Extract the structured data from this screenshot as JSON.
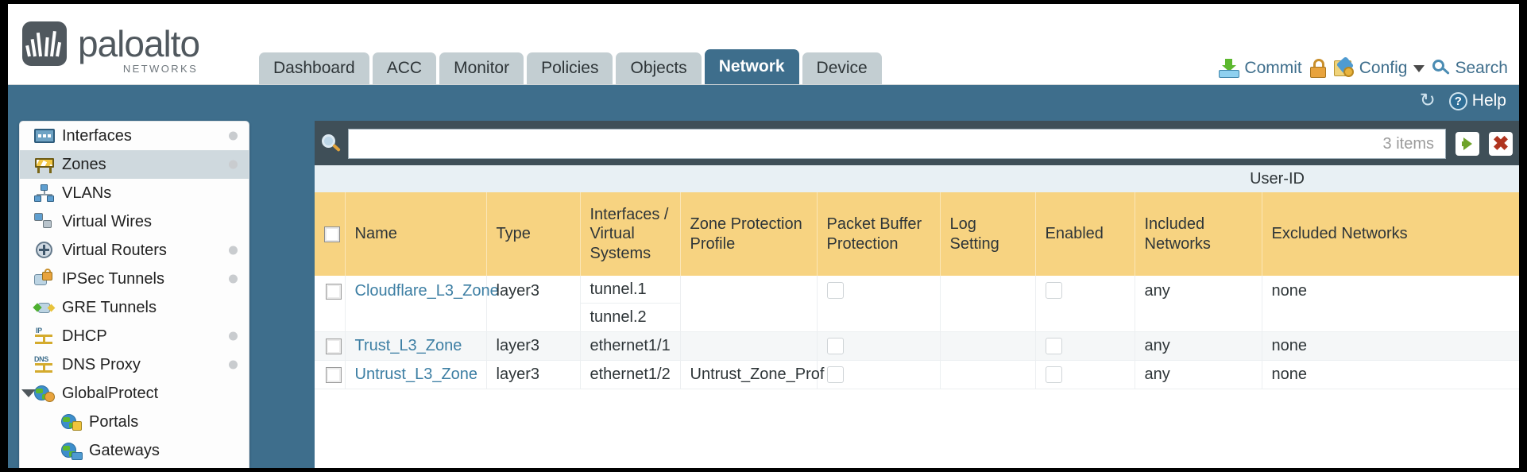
{
  "brand": {
    "name": "paloalto",
    "tagline": "NETWORKS",
    "registered": "®"
  },
  "nav": {
    "tabs": [
      {
        "label": "Dashboard",
        "active": false
      },
      {
        "label": "ACC",
        "active": false
      },
      {
        "label": "Monitor",
        "active": false
      },
      {
        "label": "Policies",
        "active": false
      },
      {
        "label": "Objects",
        "active": false
      },
      {
        "label": "Network",
        "active": true
      },
      {
        "label": "Device",
        "active": false
      }
    ]
  },
  "header_actions": {
    "commit": "Commit",
    "config": "Config",
    "search": "Search",
    "lock_icon": "lock-icon",
    "commit_icon": "commit-icon",
    "config_icon": "config-wrench-icon",
    "search_icon": "search-icon",
    "caret_icon": "chevron-down-icon"
  },
  "utility_bar": {
    "refresh_icon": "refresh-icon",
    "help_label": "Help",
    "help_icon": "help-question-icon"
  },
  "sidebar": {
    "items": [
      {
        "label": "Interfaces",
        "icon": "interfaces-icon",
        "selected": false,
        "dot": true,
        "child": false,
        "expander": false
      },
      {
        "label": "Zones",
        "icon": "zones-icon",
        "selected": true,
        "dot": true,
        "child": false,
        "expander": false
      },
      {
        "label": "VLANs",
        "icon": "vlans-icon",
        "selected": false,
        "dot": false,
        "child": false,
        "expander": false
      },
      {
        "label": "Virtual Wires",
        "icon": "virtual-wires-icon",
        "selected": false,
        "dot": false,
        "child": false,
        "expander": false
      },
      {
        "label": "Virtual Routers",
        "icon": "virtual-routers-icon",
        "selected": false,
        "dot": true,
        "child": false,
        "expander": false
      },
      {
        "label": "IPSec Tunnels",
        "icon": "ipsec-tunnels-icon",
        "selected": false,
        "dot": true,
        "child": false,
        "expander": false
      },
      {
        "label": "GRE Tunnels",
        "icon": "gre-tunnels-icon",
        "selected": false,
        "dot": false,
        "child": false,
        "expander": false
      },
      {
        "label": "DHCP",
        "icon": "dhcp-icon",
        "selected": false,
        "dot": true,
        "child": false,
        "expander": false
      },
      {
        "label": "DNS Proxy",
        "icon": "dns-proxy-icon",
        "selected": false,
        "dot": true,
        "child": false,
        "expander": false
      },
      {
        "label": "GlobalProtect",
        "icon": "globalprotect-icon",
        "selected": false,
        "dot": false,
        "child": false,
        "expander": true
      },
      {
        "label": "Portals",
        "icon": "portals-icon",
        "selected": false,
        "dot": false,
        "child": true,
        "expander": false
      },
      {
        "label": "Gateways",
        "icon": "gateways-icon",
        "selected": false,
        "dot": false,
        "child": true,
        "expander": false
      }
    ]
  },
  "search": {
    "value": "",
    "placeholder": "",
    "item_count": "3 items",
    "apply_icon": "apply-filter-arrow-icon",
    "clear_icon": "clear-filter-x-icon",
    "search_icon": "search-magnifier-icon"
  },
  "table": {
    "group_header": "User-ID",
    "columns": [
      "Name",
      "Type",
      "Interfaces / Virtual Systems",
      "Zone Protection Profile",
      "Packet Buffer Protection",
      "Log Setting",
      "Enabled",
      "Included Networks",
      "Excluded Networks"
    ],
    "rows": [
      {
        "name": "Cloudflare_L3_Zone",
        "type": "layer3",
        "interfaces": [
          "tunnel.1",
          "tunnel.2"
        ],
        "zone_protection_profile": "",
        "packet_buffer_protection": false,
        "log_setting": "",
        "user_id_enabled": false,
        "included_networks": "any",
        "excluded_networks": "none"
      },
      {
        "name": "Trust_L3_Zone",
        "type": "layer3",
        "interfaces": [
          "ethernet1/1"
        ],
        "zone_protection_profile": "",
        "packet_buffer_protection": false,
        "log_setting": "",
        "user_id_enabled": false,
        "included_networks": "any",
        "excluded_networks": "none"
      },
      {
        "name": "Untrust_L3_Zone",
        "type": "layer3",
        "interfaces": [
          "ethernet1/2"
        ],
        "zone_protection_profile": "Untrust_Zone_Prof",
        "packet_buffer_protection": false,
        "log_setting": "",
        "user_id_enabled": false,
        "included_networks": "any",
        "excluded_networks": "none"
      }
    ]
  },
  "colors": {
    "brand_blue": "#3e6e8c",
    "tab_inactive": "#c3ced2",
    "table_header": "#f7d381",
    "userid_header": "#e0ae3c",
    "link": "#3c7ea3",
    "panel_dark": "#3f4f58"
  }
}
